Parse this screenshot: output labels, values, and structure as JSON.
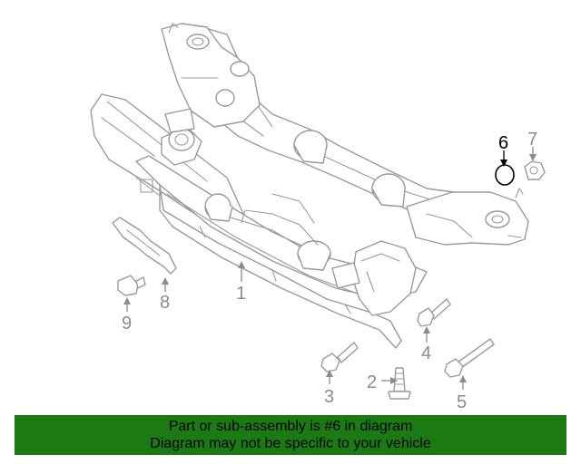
{
  "callouts": [
    {
      "id": "1",
      "label": "1"
    },
    {
      "id": "2",
      "label": "2"
    },
    {
      "id": "3",
      "label": "3"
    },
    {
      "id": "4",
      "label": "4"
    },
    {
      "id": "5",
      "label": "5"
    },
    {
      "id": "6",
      "label": "6"
    },
    {
      "id": "7",
      "label": "7"
    },
    {
      "id": "8",
      "label": "8"
    },
    {
      "id": "9",
      "label": "9"
    }
  ],
  "highlighted_part": "6",
  "banner": {
    "line1": "Part or sub-assembly is #6 in diagram",
    "line2": "Diagram may not be specific to your vehicle"
  },
  "colors": {
    "banner_background": "#1c7a14",
    "highlight": "#000000",
    "line_art": "#9a9a9a"
  }
}
